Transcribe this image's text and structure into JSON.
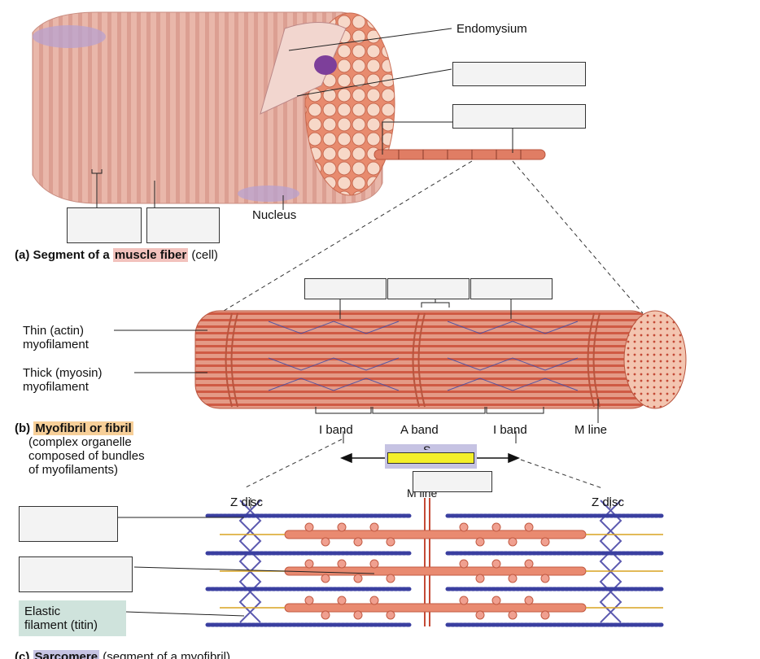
{
  "labels": {
    "endomysium": "Endomysium",
    "nucleus": "Nucleus",
    "thin": [
      "Thin (actin)",
      "myofilament"
    ],
    "thick": [
      "Thick (myosin)",
      "myofilament"
    ],
    "i_band_left": "I band",
    "a_band": "A band",
    "i_band_right": "I band",
    "m_line": "M line",
    "z_disc_left": "Z disc",
    "z_disc_right": "Z disc",
    "m_line_partial": "M line",
    "sarcomere_partial": "S",
    "elastic": [
      "Elastic",
      "filament (titin)"
    ]
  },
  "captions": {
    "a_prefix": "(a) Segment of a ",
    "a_highlight": "muscle fiber",
    "a_suffix": " (cell)",
    "b_prefix": "(b) ",
    "b_highlight": "Myofibril or fibril",
    "b_lines": [
      "(complex organelle",
      "composed of bundles",
      "of myofilaments)"
    ],
    "c_prefix": "(c) ",
    "c_highlight": "Sarcomere",
    "c_suffix": " (segment of a myofibril)"
  },
  "colors": {
    "muscle_base": "#e8b4a6",
    "muscle_stripe": "#d8968a",
    "myofilament_red": "#d84a3a",
    "myofilament_blue": "#4650a8",
    "label_box": "#f3f3f3",
    "highlight_pink": "#f2c2bd",
    "highlight_orange": "#f7cf98",
    "highlight_purple": "#c6c3e3",
    "highlight_yellow": "#f4ef2a",
    "elastic_green": "#cfe3dc"
  }
}
